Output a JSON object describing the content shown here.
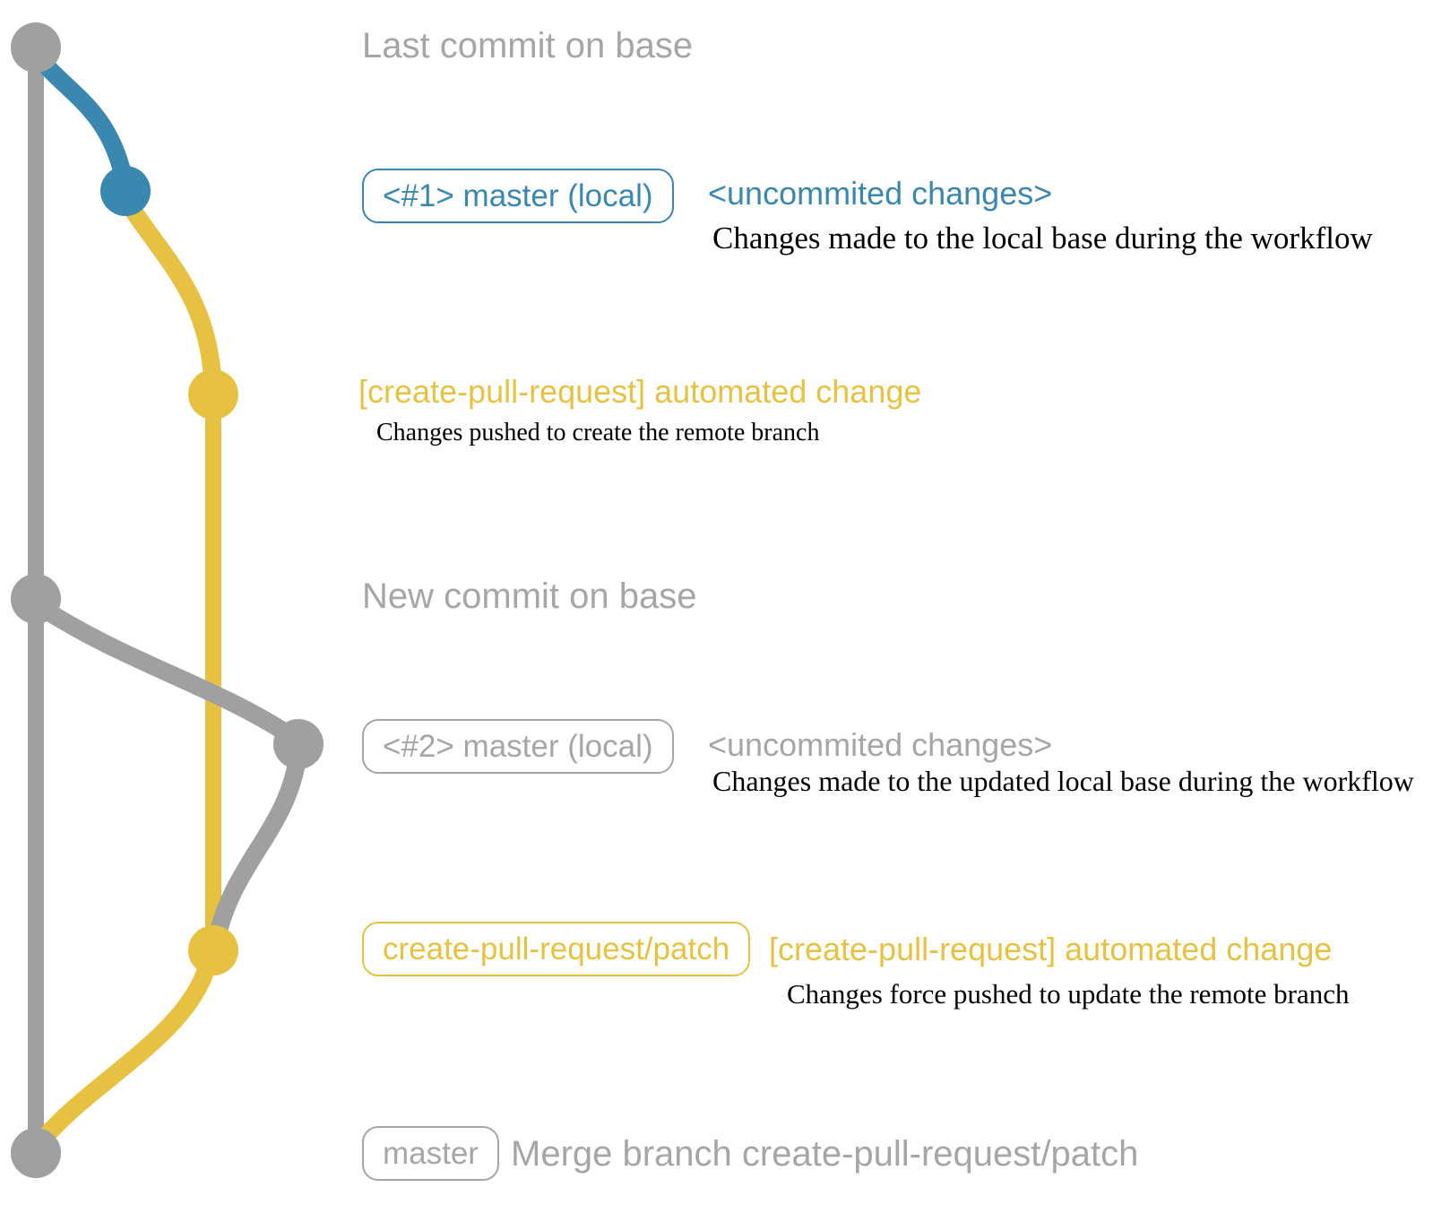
{
  "colors": {
    "graph_gray": "#a0a0a0",
    "text_gray": "#a6a6a6",
    "blue": "#3a87af",
    "yellow": "#e7c242",
    "ink": "#000000",
    "background": "#ffffff"
  },
  "rows": {
    "last_commit": {
      "label": "Last commit on base"
    },
    "local1": {
      "badge": "<#1> master (local)",
      "label": "<uncommited changes>",
      "description": "Changes made to the local base during the workflow"
    },
    "remote1": {
      "label": "[create-pull-request] automated change",
      "description": "Changes pushed to create the remote branch"
    },
    "new_commit": {
      "label": "New commit on base"
    },
    "local2": {
      "badge": "<#2> master (local)",
      "label": "<uncommited changes>",
      "description": "Changes made to the updated local base during the workflow"
    },
    "remote2": {
      "badge": "create-pull-request/patch",
      "label": "[create-pull-request] automated change",
      "description": "Changes force pushed to update the remote branch"
    },
    "merge": {
      "badge": "master",
      "label": "Merge branch create-pull-request/patch"
    }
  }
}
